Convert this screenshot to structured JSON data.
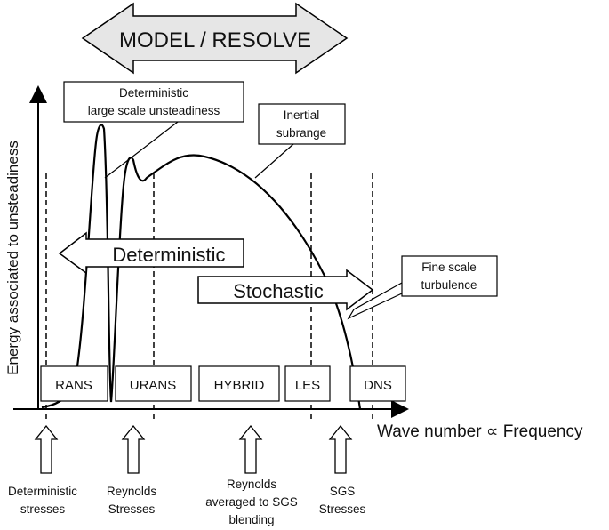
{
  "banner": {
    "text": "MODEL / RESOLVE"
  },
  "axes": {
    "y_label": "Energy associated to unsteadiness",
    "x_label": "Wave number ∝ Frequency"
  },
  "callouts": {
    "deterministic_unsteadiness": [
      "Deterministic",
      "large scale unsteadiness"
    ],
    "inertial_subrange": [
      "Inertial",
      "subrange"
    ],
    "fine_scale": [
      "Fine scale",
      "turbulence"
    ]
  },
  "arrows": {
    "deterministic": "Deterministic",
    "stochastic": "Stochastic"
  },
  "methods": [
    {
      "id": "rans",
      "label": "RANS"
    },
    {
      "id": "urans",
      "label": "URANS"
    },
    {
      "id": "hybrid",
      "label": "HYBRID"
    },
    {
      "id": "les",
      "label": "LES"
    },
    {
      "id": "dns",
      "label": "DNS"
    }
  ],
  "bottom_labels": [
    {
      "id": "deterministic-stresses",
      "lines": [
        "Deterministic",
        "stresses"
      ]
    },
    {
      "id": "reynolds-stresses",
      "lines": [
        "Reynolds",
        "Stresses"
      ]
    },
    {
      "id": "reynolds-sgs-blending",
      "lines": [
        "Reynolds",
        "averaged to SGS",
        "blending"
      ]
    },
    {
      "id": "sgs-stresses",
      "lines": [
        "SGS",
        "Stresses"
      ]
    }
  ],
  "colors": {
    "line": "#000000",
    "banner_fill": "#e6e6e6",
    "box_fill": "#ffffff"
  }
}
